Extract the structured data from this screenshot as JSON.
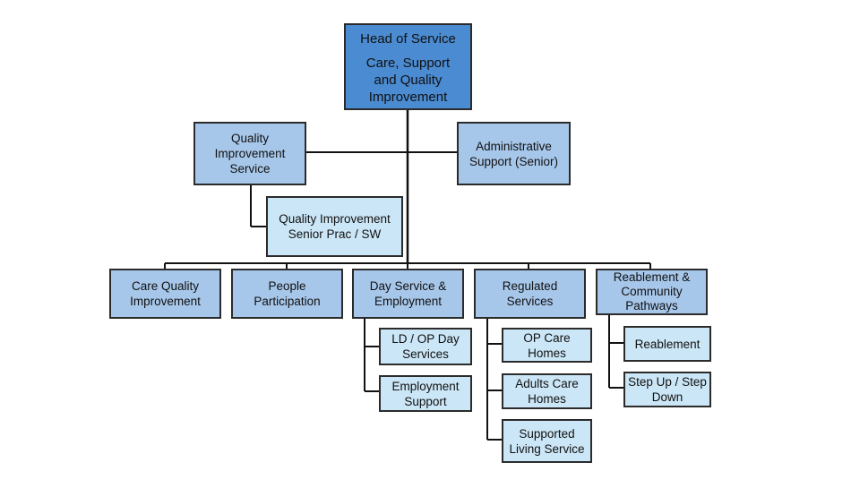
{
  "head": {
    "title": "Head of Service",
    "subtitle_lines": [
      "Care, Support",
      "and Quality",
      "Improvement"
    ]
  },
  "quality_improvement_service": {
    "lines": [
      "Quality",
      "Improvement",
      "Service"
    ]
  },
  "administrative_support": {
    "lines": [
      "Administrative",
      "Support (Senior)"
    ]
  },
  "quality_improvement_senior": {
    "lines": [
      "Quality Improvement",
      "Senior Prac / SW"
    ]
  },
  "departments": [
    {
      "lines": [
        "Care Quality",
        "Improvement"
      ],
      "children": []
    },
    {
      "lines": [
        "People",
        "Participation"
      ],
      "children": []
    },
    {
      "lines": [
        "Day Service &",
        "Employment"
      ],
      "children": [
        {
          "lines": [
            "LD / OP Day",
            "Services"
          ]
        },
        {
          "lines": [
            "Employment",
            "Support"
          ]
        }
      ]
    },
    {
      "lines": [
        "Regulated",
        "Services"
      ],
      "children": [
        {
          "lines": [
            "OP Care",
            "Homes"
          ]
        },
        {
          "lines": [
            "Adults Care",
            "Homes"
          ]
        },
        {
          "lines": [
            "Supported",
            "Living Service"
          ]
        }
      ]
    },
    {
      "lines": [
        "Reablement &",
        "Community",
        "Pathways"
      ],
      "children": [
        {
          "lines": [
            "Reablement"
          ]
        },
        {
          "lines": [
            "Step Up / Step",
            "Down"
          ]
        }
      ]
    }
  ],
  "colors": {
    "head_fill": "#4a8bd1",
    "level2_fill": "#a7c7ea",
    "level3_fill": "#cbe6f6",
    "border": "#2b2b2b",
    "connector": "#111111"
  }
}
